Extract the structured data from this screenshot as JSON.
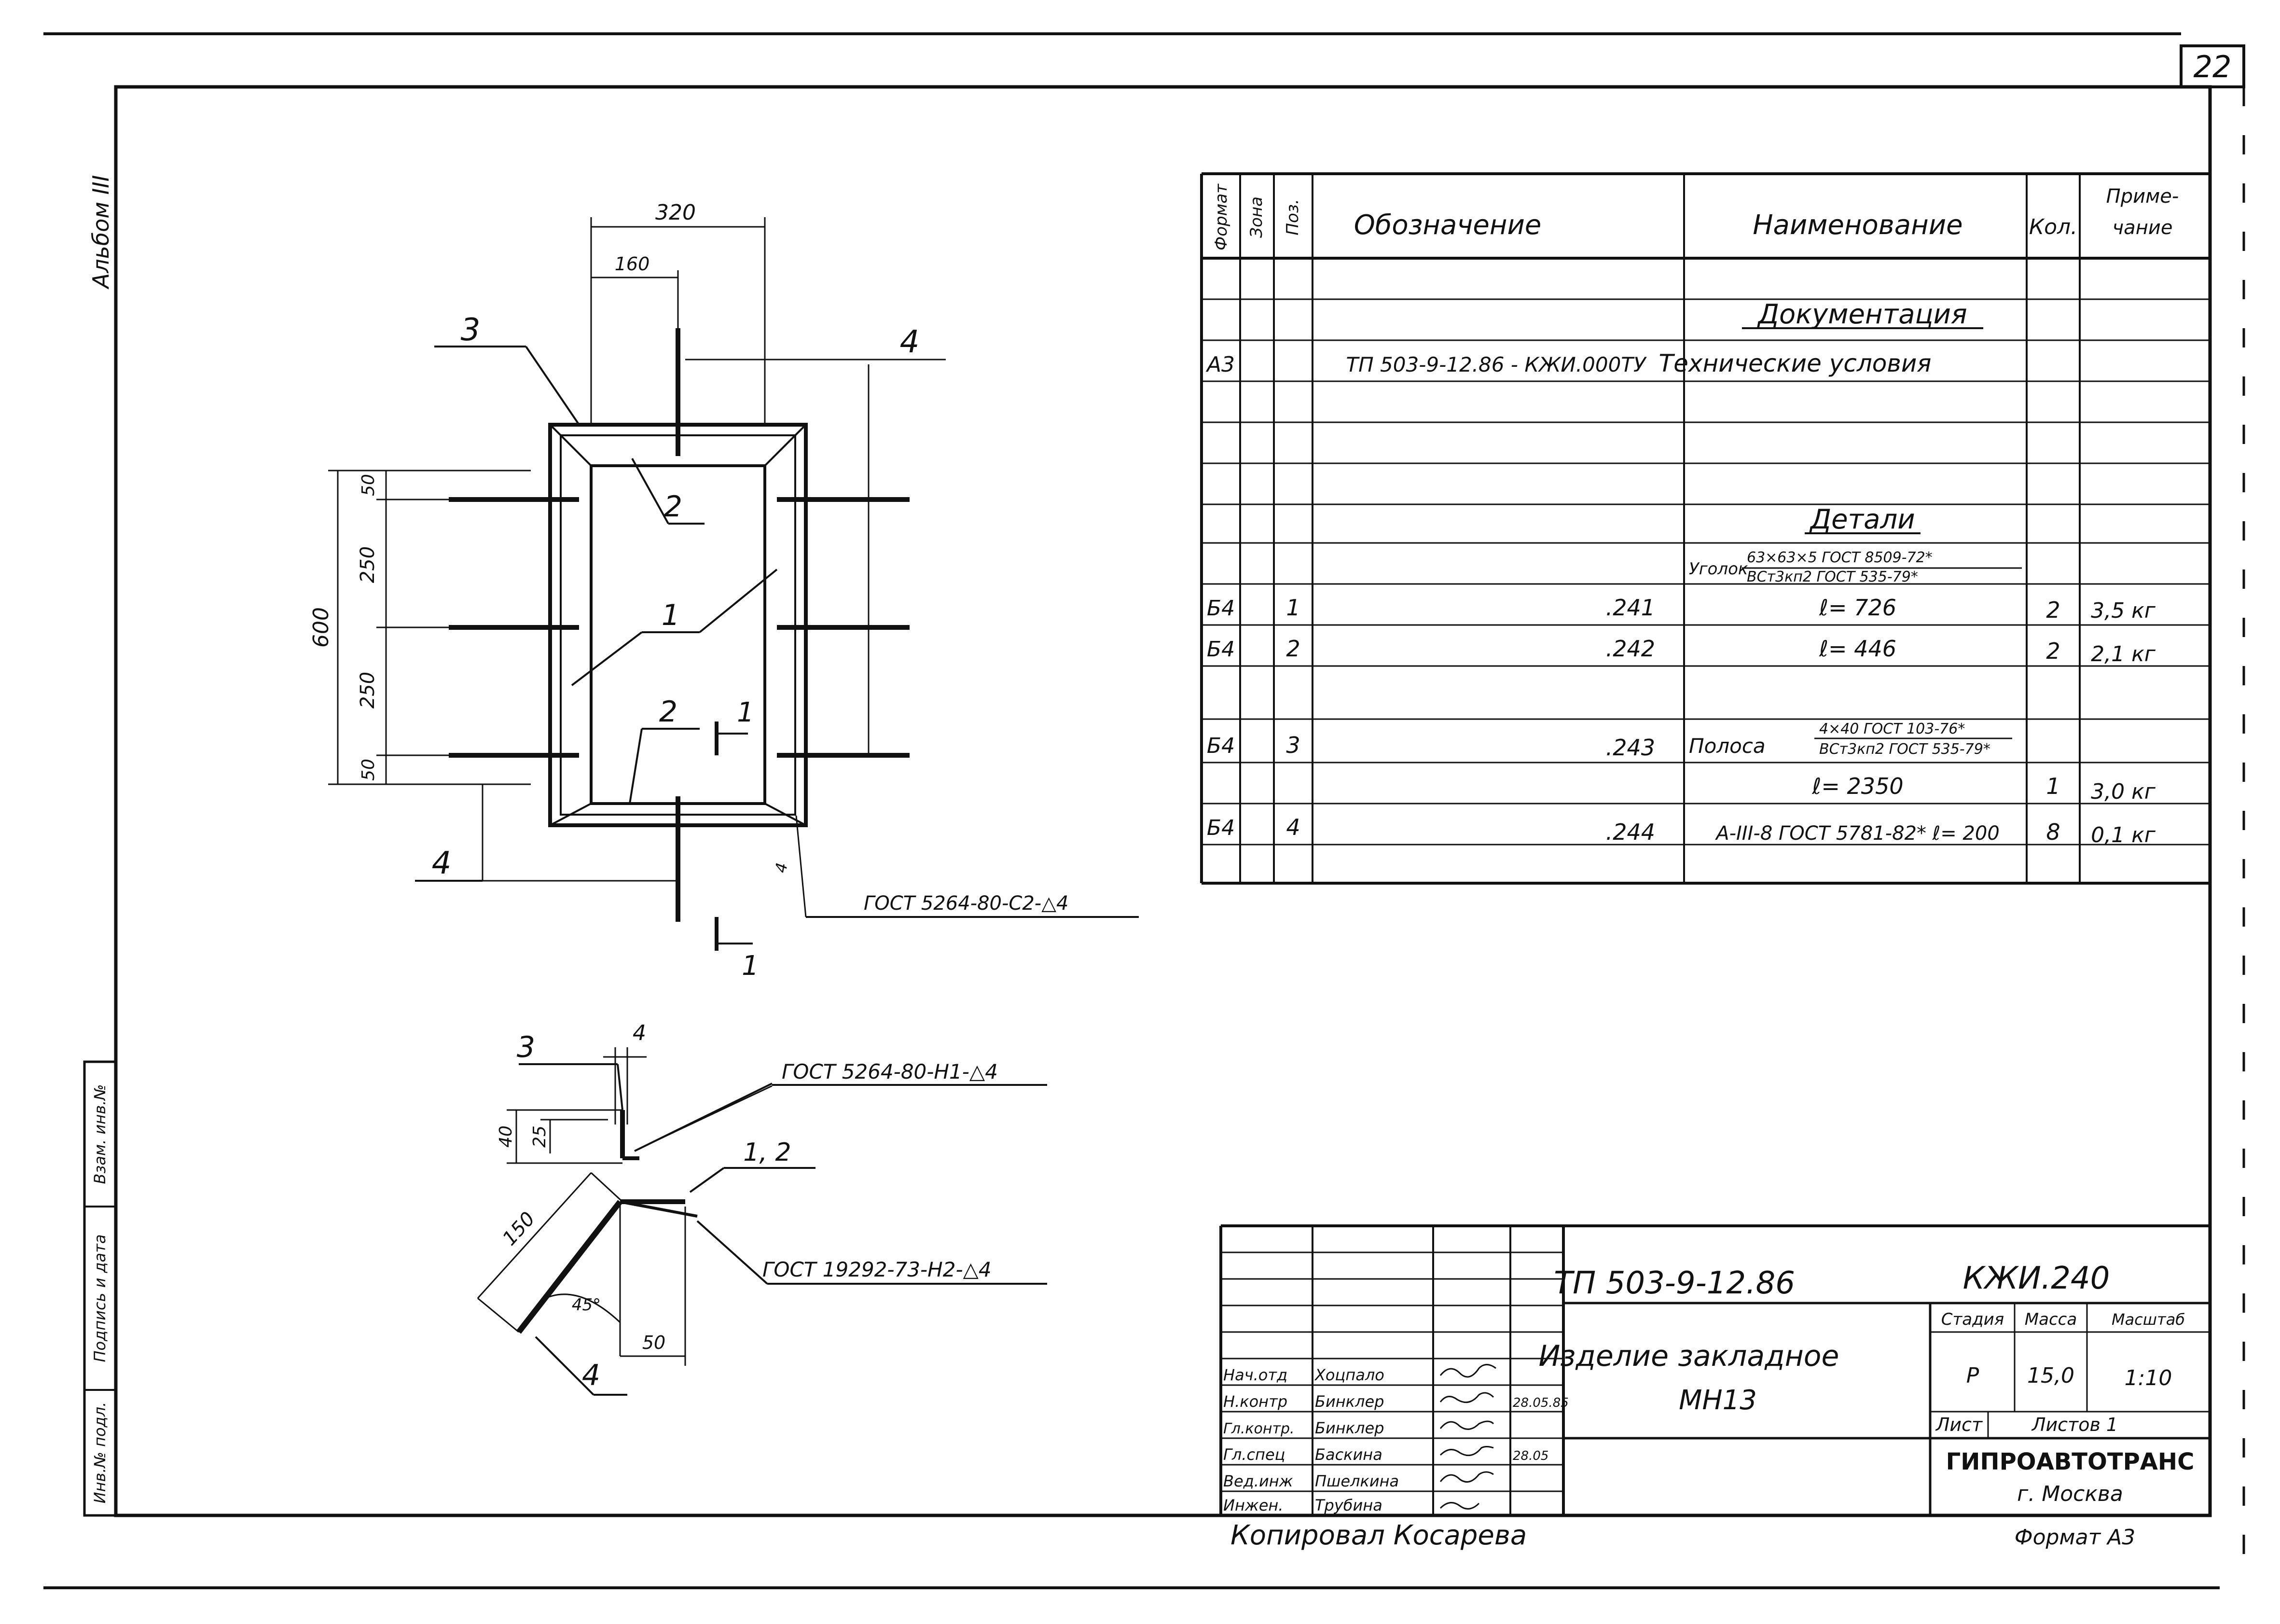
{
  "page_number": "22",
  "album_label": "Альбом III",
  "plan_view": {
    "dim_width_total": "320",
    "dim_width_half": "160",
    "dim_height_total": "600",
    "dim_segments": [
      "50",
      "250",
      "250",
      "50"
    ],
    "position_labels": [
      "3",
      "4",
      "2",
      "1",
      "2",
      "4"
    ],
    "section_mark": "1",
    "weld_size": "4",
    "weld_note": "ГОСТ 5264-80-С2-△4"
  },
  "section_view": {
    "dim_top": "4",
    "dim_40": "40",
    "dim_25": "25",
    "dim_150": "150",
    "angle": "45°",
    "dim_50": "50",
    "weld_note_top": "ГОСТ 5264-80-Н1-△4",
    "weld_note_bottom": "ГОСТ 19292-73-Н2-△4",
    "position_labels": [
      "3",
      "1, 2",
      "4"
    ]
  },
  "spec_table": {
    "headers": [
      "Формат",
      "Зона",
      "Поз.",
      "Обозначение",
      "Наименование",
      "Кол.",
      "Приме-",
      "чание"
    ],
    "section_documentation": "Документация",
    "doc_row": {
      "format": "А3",
      "designation": "ТП 503-9-12.86 - КЖИ.000ТУ",
      "name": "Технические условия"
    },
    "section_details": "Детали",
    "angle_prefix": "Уголок",
    "angle_num": "63×63×5 ГОСТ 8509-72*",
    "angle_den": "ВСт3кп2 ГОСТ 535-79*",
    "rows": [
      {
        "format": "Б4",
        "pos": "1",
        "designation": ".241",
        "name": "ℓ= 726",
        "qty": "2",
        "note": "3,5 кг"
      },
      {
        "format": "Б4",
        "pos": "2",
        "designation": ".242",
        "name": "ℓ= 446",
        "qty": "2",
        "note": "2,1 кг"
      },
      {
        "format": "Б4",
        "pos": "3",
        "designation": ".243",
        "name": "Полоса",
        "qty": "",
        "note": ""
      },
      {
        "format": "",
        "pos": "",
        "designation": "",
        "name": "ℓ= 2350",
        "qty": "1",
        "note": "3,0 кг"
      },
      {
        "format": "Б4",
        "pos": "4",
        "designation": ".244",
        "name": "А-III-8 ГОСТ 5781-82* ℓ= 200",
        "qty": "8",
        "note": "0,1 кг"
      }
    ],
    "strip_num": "4×40 ГОСТ 103-76*",
    "strip_den": "ВСт3кп2 ГОСТ 535-79*"
  },
  "title_block": {
    "code": "ТП 503-9-12.86",
    "sheet_code": "КЖИ.240",
    "item_name_1": "Изделие закладное",
    "item_name_2": "МН13",
    "roles": [
      "Нач.отд",
      "Н.контр",
      "Гл.контр.",
      "Гл.спец",
      "Вед.инж",
      "Инжен."
    ],
    "names": [
      "Хоцпало",
      "Бинклер",
      "Бинклер",
      "Баскина",
      "Пшелкина",
      "Трубина"
    ],
    "dates": [
      "",
      "28.05.85",
      "",
      "28.05",
      "",
      ""
    ],
    "stage_header": "Стадия",
    "mass_header": "Масса",
    "scale_header": "Масштаб",
    "stage": "Р",
    "mass": "15,0",
    "scale": "1:10",
    "sheet_label": "Лист",
    "sheets_label": "Листов 1",
    "org_1": "ГИПРОАВТОТРАНС",
    "org_2": "г. Москва"
  },
  "left_strip": [
    "Инв.№ подл.",
    "Подпись и дата",
    "Взам. инв.№"
  ],
  "copied_by": "Копировал Косарева",
  "format_label": "Формат А3"
}
